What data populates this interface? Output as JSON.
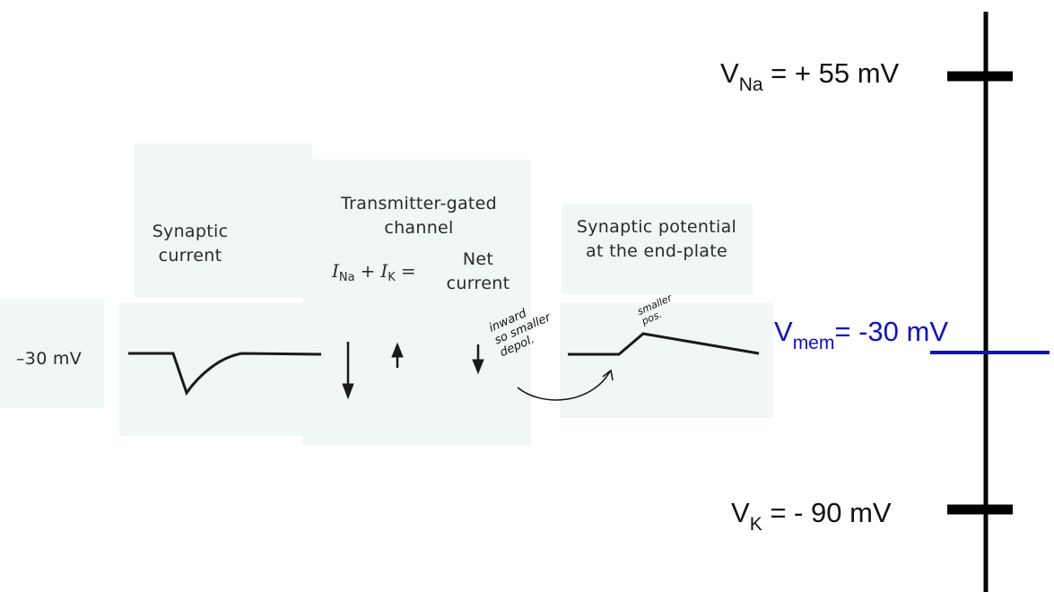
{
  "clip": {
    "left_label": "–30 mV",
    "synaptic_current": "Synaptic\ncurrent",
    "channel_title": "Transmitter-gated\nchannel",
    "current_eq": {
      "i_na": "I",
      "na_sub": "Na",
      "plus": "+",
      "i_k": "I",
      "k_sub": "K",
      "equals": "=",
      "net": "Net\ncurrent"
    },
    "synaptic_potential": "Synaptic potential\nat the end-plate"
  },
  "annotations": {
    "inward_note": "inward\nso smaller\ndepol.",
    "smaller_note": "smaller\npos."
  },
  "potential_scale": {
    "v_na": {
      "symbol": "V",
      "sub": "Na",
      "value": "= + 55 mV"
    },
    "v_mem": {
      "symbol": "V",
      "sub": "mem",
      "value": "= -30 mV"
    },
    "v_k": {
      "symbol": "V",
      "sub": "K",
      "value": "= - 90 mV"
    },
    "colors": {
      "scale": "#000000",
      "v_mem": "#1010c8"
    }
  }
}
